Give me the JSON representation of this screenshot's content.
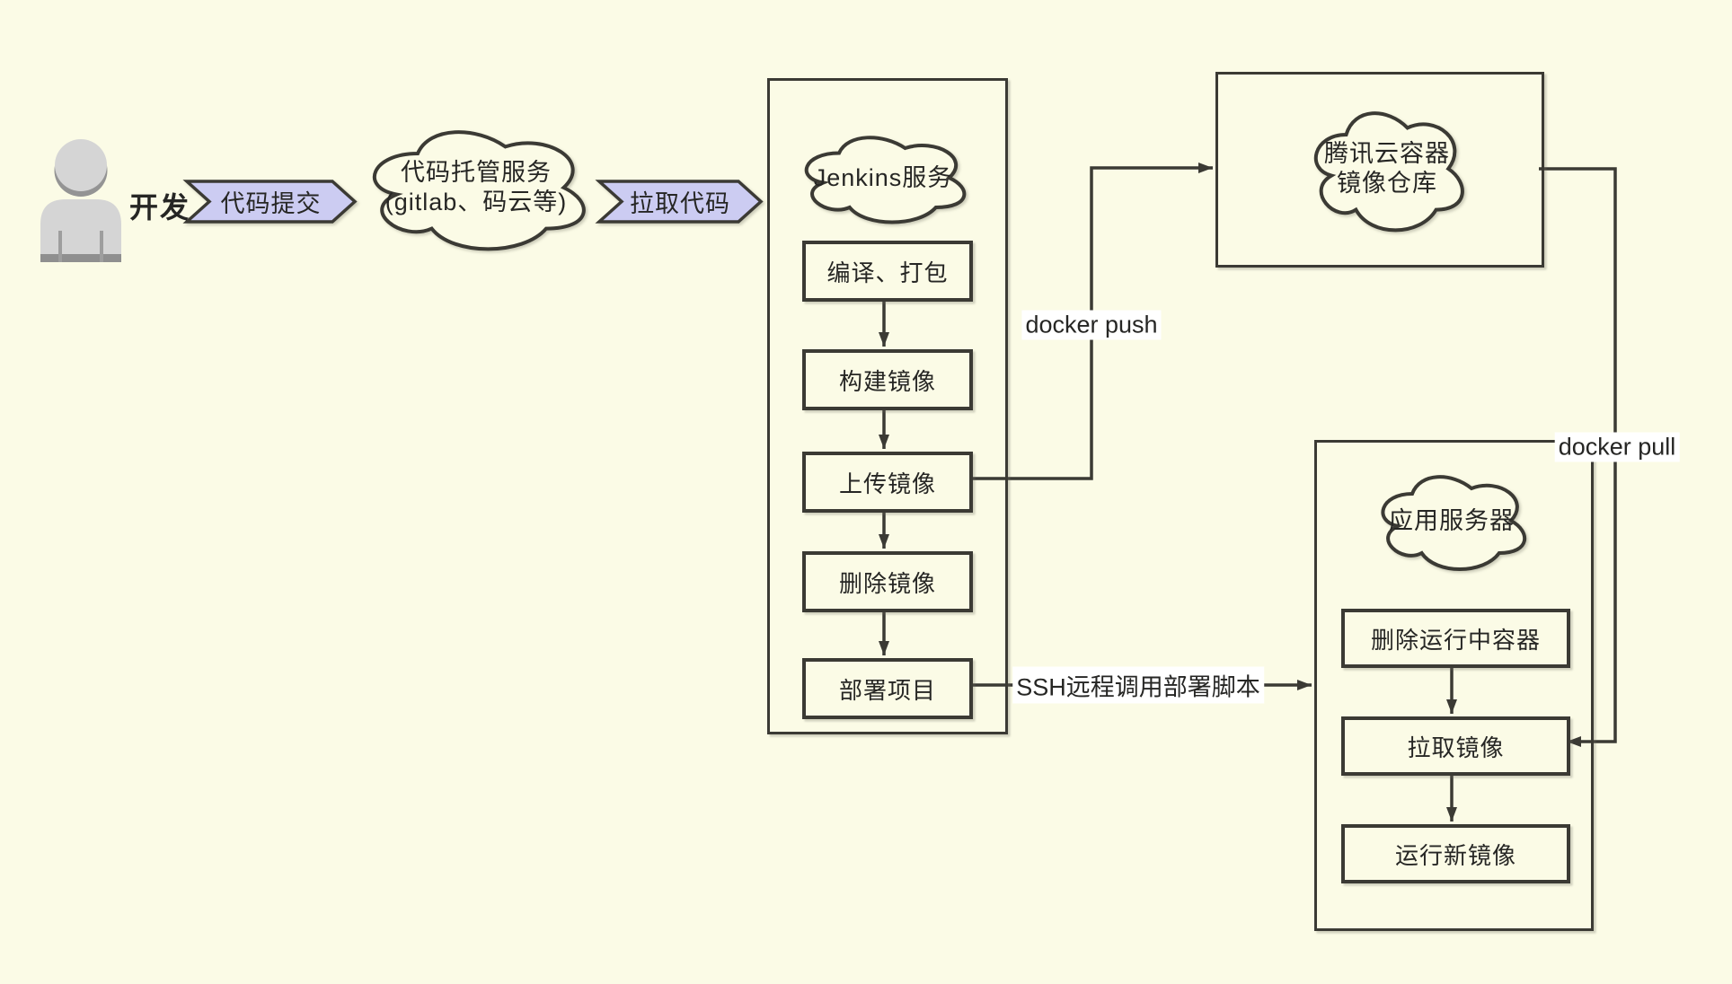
{
  "colors": {
    "background": "#FBFBE6",
    "shape_border": "#3B3A34",
    "banner_fill": "#CCCCF2",
    "edge_label_bg": "#FFFFFF",
    "person_gray": "#D5D5D5",
    "person_dark_gray": "#949494",
    "text": "#262624"
  },
  "actor": {
    "label": "开发"
  },
  "banners": {
    "commit": "代码提交",
    "pull": "拉取代码"
  },
  "clouds": {
    "code_hosting": {
      "line1": "代码托管服务",
      "line2": "(gitlab、码云等)"
    },
    "jenkins": "Jenkins服务",
    "registry": {
      "line1": "腾讯云容器",
      "line2": "镜像仓库"
    },
    "app_server": "应用服务器"
  },
  "jenkins_steps": [
    "编译、打包",
    "构建镜像",
    "上传镜像",
    "删除镜像",
    "部署项目"
  ],
  "app_steps": [
    "删除运行中容器",
    "拉取镜像",
    "运行新镜像"
  ],
  "edge_labels": {
    "docker_push": "docker push",
    "docker_pull": "docker pull",
    "ssh": "SSH远程调用部署脚本"
  }
}
